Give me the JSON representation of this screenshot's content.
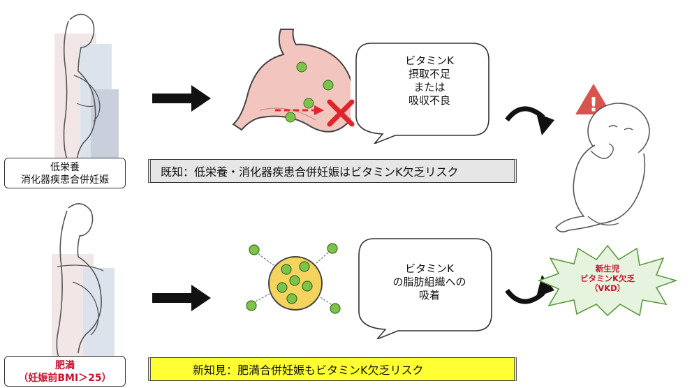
{
  "top_row": {
    "woman_label": [
      "低栄養",
      "消化器疾患合併妊娠"
    ],
    "bubble_lines": [
      "ビタミンK",
      "摂取不足",
      "または",
      "吸収不良"
    ],
    "banner": "既知：低栄養・消化器疾患合併妊娠はビタミンK欠乏リスク",
    "vitamin_icon": "K"
  },
  "bottom_row": {
    "woman_label": [
      "肥満",
      "（妊娠前BMI＞25）"
    ],
    "bubble_lines": [
      "ビタミンK",
      "の脂肪組織への",
      "吸着"
    ],
    "banner": "新知見：肥満合併妊娠もビタミンK欠乏リスク",
    "vitamin_icon": "K"
  },
  "outcome": {
    "warning_symbol": "!",
    "burst_lines": [
      "新生児",
      "ビタミンK欠乏",
      "（VKD）"
    ]
  },
  "icons": {
    "arrow": "right-arrow-icon",
    "cross": "x-mark-icon",
    "warning": "warning-triangle-icon",
    "stomach": "stomach-icon",
    "fat_cell": "fat-cell-icon"
  },
  "colors": {
    "cross_red": "#e0242b",
    "warning_red": "#d9534f",
    "vitamin_green": "#7dc24b",
    "fat_yellow": "#f4d35e",
    "banner_gray": "#e6e6e6",
    "banner_yellow": "#ffff33",
    "stomach_pink": "#f2c5bf"
  }
}
